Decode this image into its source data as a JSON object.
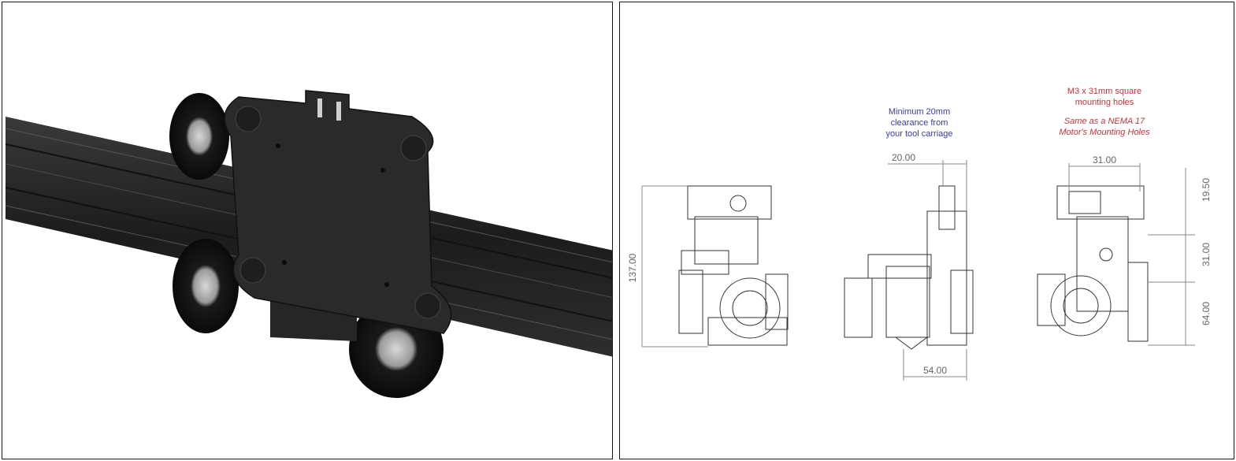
{
  "left_panel": {},
  "right_panel": {
    "note_clearance": {
      "line1": "Minimum 20mm",
      "line2": "clearance from",
      "line3": "your tool carriage"
    },
    "note_mounting": {
      "line1": "M3 x 31mm square",
      "line2": "mounting holes",
      "line3": "Same as a NEMA 17",
      "line4": "Motor's Mounting Holes"
    },
    "dimensions": {
      "height_total": "137.00",
      "clearance": "20.00",
      "base_width": "54.00",
      "hole_spacing_h": "31.00",
      "top_offset": "19.50",
      "hole_spacing_v": "31.00",
      "bottom_offset": "64.00"
    },
    "colors": {
      "blue_note": "#3a3aa8",
      "red_note": "#c9303a"
    }
  }
}
